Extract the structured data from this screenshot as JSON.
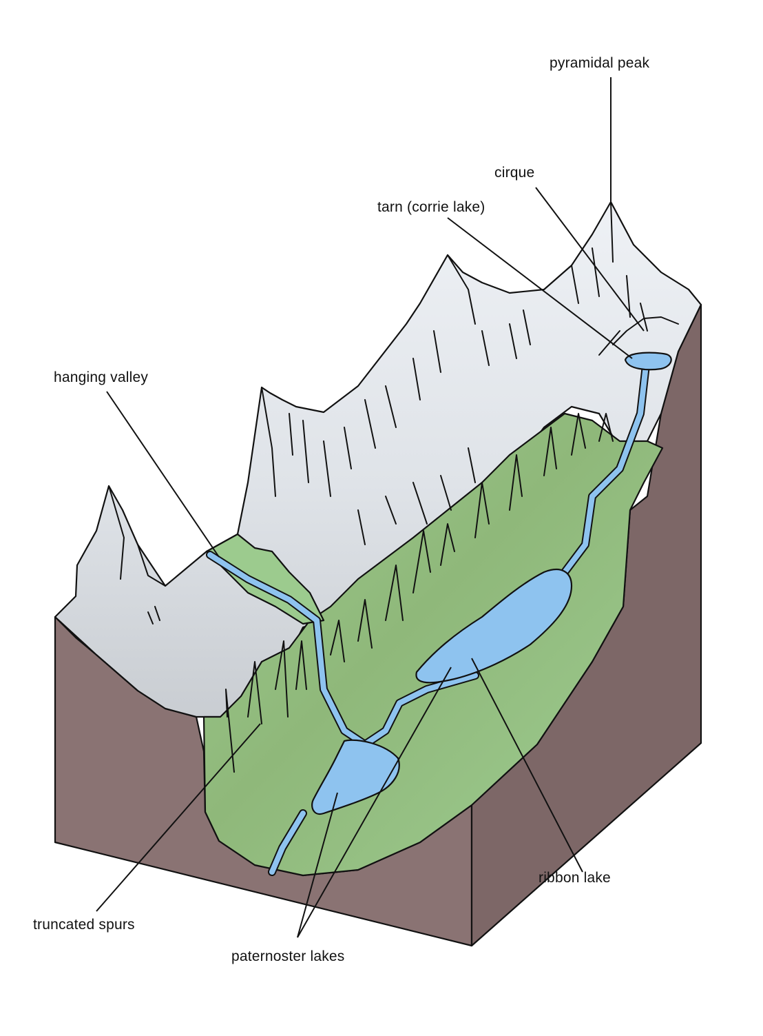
{
  "labels": {
    "pyramidal_peak": "pyramidal peak",
    "cirque": "cirque",
    "tarn": "tarn (corrie lake)",
    "hanging_valley": "hanging valley",
    "ribbon_lake": "ribbon lake",
    "truncated_spurs": "truncated spurs",
    "paternoster_lakes": "paternoster lakes"
  },
  "colors": {
    "rock": "#8a7373",
    "snow": "#e3e7ec",
    "shadow": "#c9cdd2",
    "grass": "#9ccb8e",
    "grass_dark": "#8fb87a",
    "water": "#8ec3ef",
    "ink": "#111111"
  }
}
